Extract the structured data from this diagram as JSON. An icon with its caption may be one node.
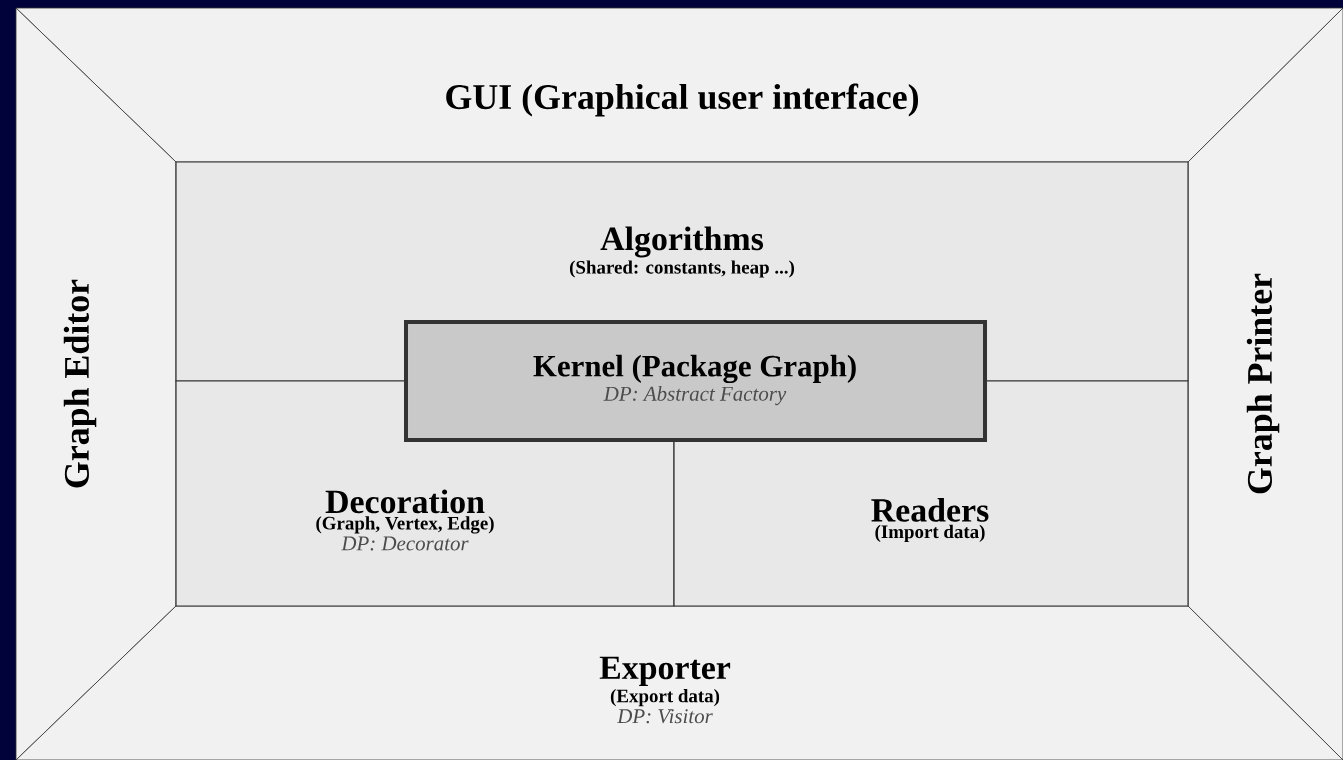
{
  "diagram": {
    "nodes": [
      {
        "text": [
          "GUI (Graphical user interface)"
        ]
      },
      {
        "text": [
          "Graph Editor"
        ]
      },
      {
        "text": [
          "Algorithms",
          "(Shared: constants, heap ...)"
        ]
      },
      {
        "text": [
          "Kernel (Package Graph)",
          "DP: Abstract Factory"
        ]
      },
      {
        "text": [
          "Decoration",
          "(Graph, Vertex, Edge)",
          "DP: Decorator"
        ]
      },
      {
        "text": [
          "Readers",
          "(Import data)"
        ]
      },
      {
        "text": [
          "Graph Printer"
        ]
      },
      {
        "text": [
          "Exporter",
          "(Export data)",
          "DP: Visitor"
        ]
      }
    ]
  }
}
